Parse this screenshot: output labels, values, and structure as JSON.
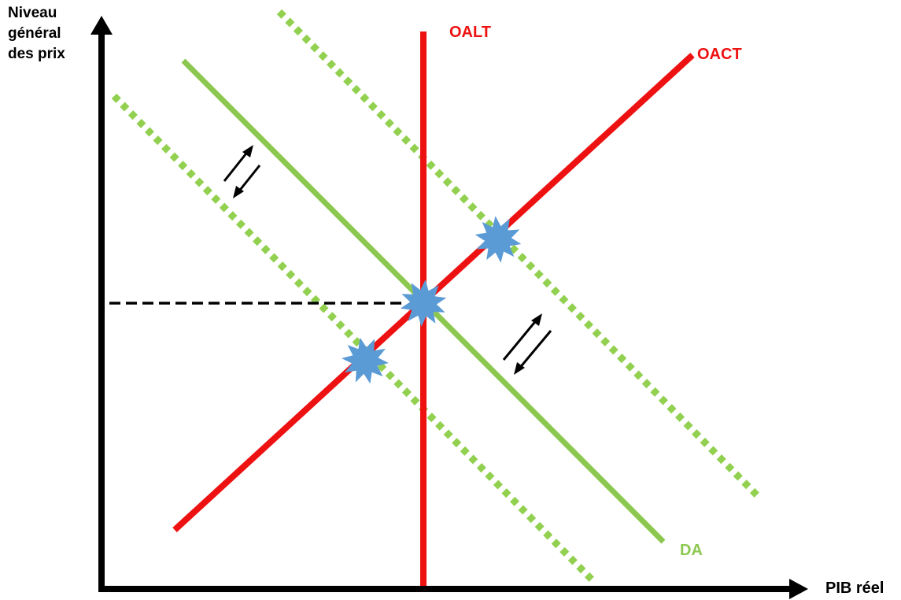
{
  "axes": {
    "y_label_lines": [
      "Niveau",
      "général",
      "des prix"
    ],
    "x_label": "PIB réel"
  },
  "curves": {
    "long_run_supply": "OALT",
    "short_run_supply": "OACT",
    "aggregate_demand": "DA"
  },
  "colors": {
    "supply": "#ee1111",
    "demand": "#8cc850",
    "demand_shift": "#92d050",
    "axis": "#000000",
    "equilibrium": "#5b9bd5",
    "guide": "#000000"
  },
  "markers": {
    "equilibrium_count": 3,
    "shift_arrow_pairs": 2
  }
}
